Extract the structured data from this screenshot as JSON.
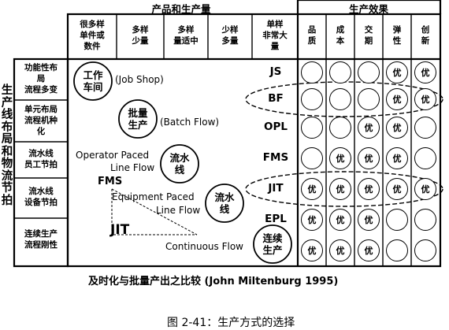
{
  "header": {
    "products": "产品和生产量",
    "effects": "生产效果"
  },
  "columns": [
    [
      "很多样",
      "单件或",
      "数件"
    ],
    [
      "多样",
      "少量"
    ],
    [
      "多样",
      "量适中"
    ],
    [
      "少样",
      "多量"
    ],
    [
      "单样",
      "非常大",
      "量"
    ]
  ],
  "effect_columns": [
    [
      "品",
      "质"
    ],
    [
      "成",
      "本"
    ],
    [
      "交",
      "期"
    ],
    [
      "弹",
      "性"
    ],
    [
      "创",
      "新"
    ]
  ],
  "side_title": "生产线布局和物流节拍",
  "rows": [
    [
      "功能性布",
      "局",
      "流程多变"
    ],
    [
      "单元布局",
      "流程机种",
      "化"
    ],
    [
      "流水线",
      "员工节拍"
    ],
    [
      "流水线",
      "设备节拍"
    ],
    [
      "连续生产",
      "流程刚性"
    ]
  ],
  "diagram": {
    "job_shop_circle": [
      "工作",
      "车间"
    ],
    "job_shop_label": "(Job Shop)",
    "batch_circle": [
      "批量",
      "生产"
    ],
    "batch_label": "(Batch Flow)",
    "operator_label": [
      "Operator Paced",
      "Line Flow"
    ],
    "flow1_circle": [
      "流水",
      "线"
    ],
    "fms_label": "FMS",
    "equipment_label": [
      "Equipment Paced",
      "Line Flow"
    ],
    "flow2_circle": [
      "流水",
      "线"
    ],
    "jit_label": "JIT",
    "continuous_label": "Continuous Flow",
    "continuous_circle": [
      "连续",
      "生产"
    ]
  },
  "systems": [
    "JS",
    "BF",
    "OPL",
    "FMS",
    "JIT",
    "EPL"
  ],
  "matrix": [
    [
      "",
      "",
      "",
      "优",
      "优"
    ],
    [
      "",
      "",
      "",
      "优",
      "优"
    ],
    [
      "",
      "",
      "优",
      "优",
      ""
    ],
    [
      "",
      "优",
      "优",
      "优",
      ""
    ],
    [
      "优",
      "优",
      "优",
      "优",
      "优"
    ],
    [
      "优",
      "优",
      "优",
      "",
      ""
    ],
    [
      "优",
      "优",
      "优",
      "",
      ""
    ]
  ],
  "caption": "及时化与批量产出之比较 (John Miltenburg 1995)",
  "figure_caption": "图 2-41：生产方式的选择"
}
